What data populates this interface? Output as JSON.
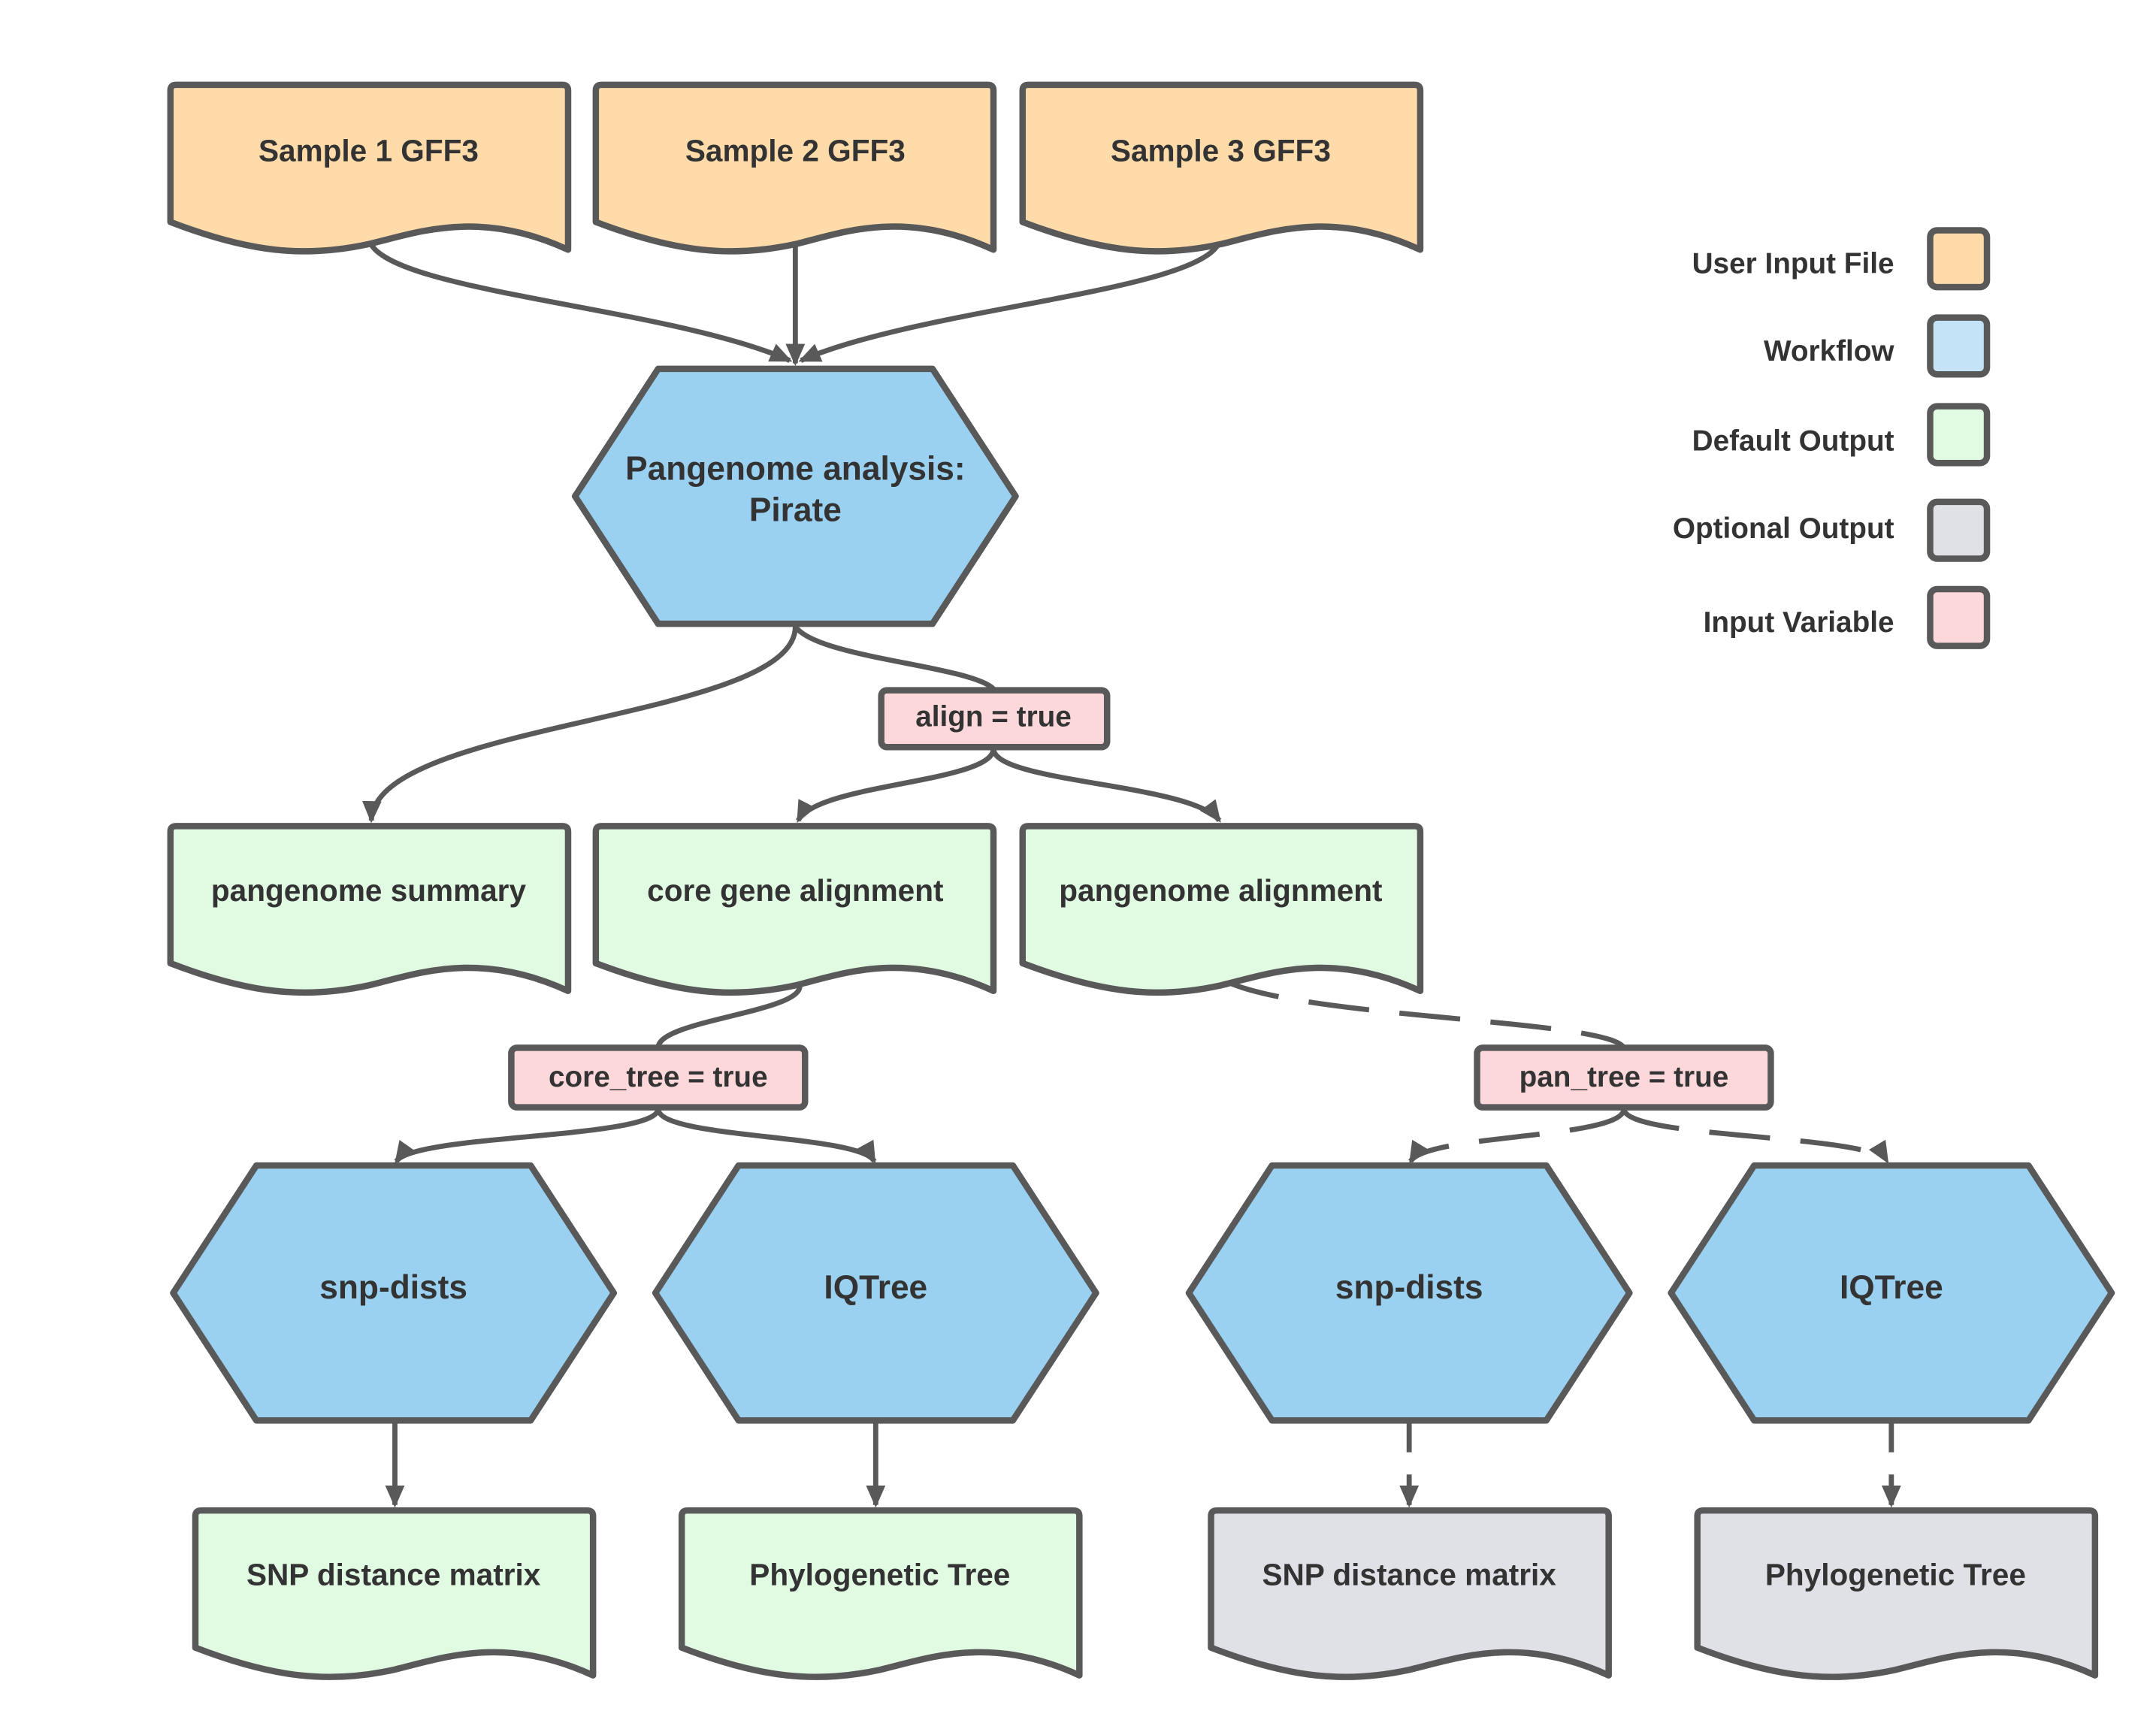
{
  "colors": {
    "user_input_file": "#FFDBA9",
    "workflow": "#9AD0F0",
    "default_output": "#E1FAE2",
    "optional_output": "#DFE1E6",
    "input_variable": "#FDD8DB",
    "stroke": "#595959",
    "text": "#333333"
  },
  "inputs": {
    "sample1": "Sample 1 GFF3",
    "sample2": "Sample 2 GFF3",
    "sample3": "Sample 3 GFF3"
  },
  "workflow_main": {
    "line1": "Pangenome analysis:",
    "line2": "Pirate"
  },
  "variables": {
    "align": "align = true",
    "core_tree": "core_tree = true",
    "pan_tree": "pan_tree = true"
  },
  "outputs": {
    "pangenome_summary": "pangenome summary",
    "core_gene_alignment": "core gene alignment",
    "pangenome_alignment": "pangenome alignment"
  },
  "tools": {
    "core_snp_dists": "snp-dists",
    "core_iqtree": "IQTree",
    "pan_snp_dists": "snp-dists",
    "pan_iqtree": "IQTree"
  },
  "results": {
    "core_snp_matrix": "SNP distance matrix",
    "core_tree": "Phylogenetic Tree",
    "pan_snp_matrix": "SNP distance matrix",
    "pan_tree": "Phylogenetic Tree"
  },
  "legend": {
    "user_input_file": "User Input File",
    "workflow": "Workflow",
    "default_output": "Default Output",
    "optional_output": "Optional Output",
    "input_variable": "Input Variable"
  }
}
